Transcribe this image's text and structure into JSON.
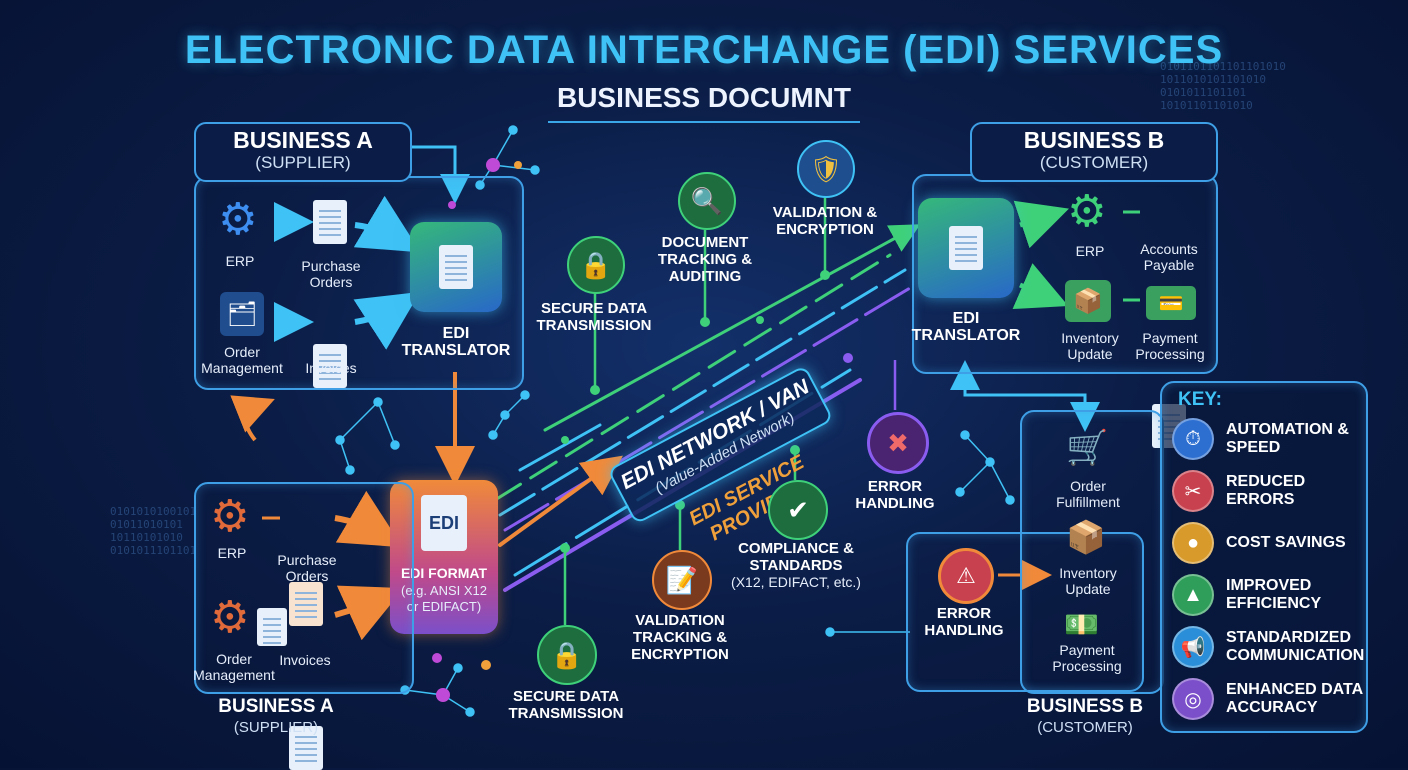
{
  "title": "ELECTRONIC DATA INTERCHANGE (EDI) SERVICES",
  "subtitle": "BUSINESS DOCUMNT",
  "business_a_top": {
    "name": "BUSINESS A",
    "role": "(SUPPLIER)",
    "items": {
      "erp": "ERP",
      "purchase_orders": "Purchase Orders",
      "order_management": "Order Management",
      "invoices": "Invoices"
    }
  },
  "edi_translator_left": "EDI TRANSLATOR",
  "edi_format": {
    "badge": "EDI",
    "label": "EDI FORMAT",
    "detail": "(e.g. ANSI X12 or EDIFACT)"
  },
  "business_a_bottom": {
    "name": "BUSINESS A",
    "role": "(SUPPLIER)",
    "items": {
      "erp": "ERP",
      "purchase_orders": "Purchase Orders",
      "order_management": "Order Management",
      "invoices": "Invoices"
    }
  },
  "network": {
    "title": "EDI NETWORK / VAN",
    "subtitle": "(Value-Added Network)",
    "provider": "EDI SERVICE PROVIDER"
  },
  "features": {
    "secure_top": "SECURE DATA TRANSMISSION",
    "doc_tracking": "DOCUMENT TRACKING & AUDITING",
    "validation_top": "VALIDATION & ENCRYPTION",
    "error_handling": "ERROR HANDLING",
    "compliance": "COMPLIANCE & STANDARDS",
    "compliance_detail": "(X12, EDIFACT, etc.)",
    "validation_bottom": "VALIDATION TRACKING & ENCRYPTION",
    "secure_bottom": "SECURE DATA TRANSMISSION"
  },
  "business_b_top": {
    "name": "BUSINESS B",
    "role": "(CUSTOMER)",
    "items": {
      "erp": "ERP",
      "accounts_payable": "Accounts Payable",
      "inventory": "Inventory Update",
      "payment": "Payment Processing"
    }
  },
  "edi_translator_right": "EDI TRANSLATOR",
  "business_b_bottom": {
    "name": "BUSINESS B",
    "role": "(CUSTOMER)",
    "items": {
      "order_fulfillment": "Order Fulfillment",
      "inventory": "Inventory Update",
      "payment": "Payment Processing",
      "error_handling": "ERROR HANDLING"
    }
  },
  "key": {
    "title": "KEY:",
    "items": [
      {
        "label": "AUTOMATION & SPEED",
        "color": "#2d6fd1"
      },
      {
        "label": "REDUCED ERRORS",
        "color": "#c8414e"
      },
      {
        "label": "COST SAVINGS",
        "color": "#d89a2a"
      },
      {
        "label": "IMPROVED EFFICIENCY",
        "color": "#2f9e5a"
      },
      {
        "label": "STANDARDIZED COMMUNICATION",
        "color": "#2a8fd8"
      },
      {
        "label": "ENHANCED DATA ACCURACY",
        "color": "#7b4fc9"
      }
    ]
  },
  "colors": {
    "accent": "#3fc2f5",
    "green": "#3fd17a",
    "orange": "#f08a3a",
    "purple": "#8a5cf0"
  }
}
